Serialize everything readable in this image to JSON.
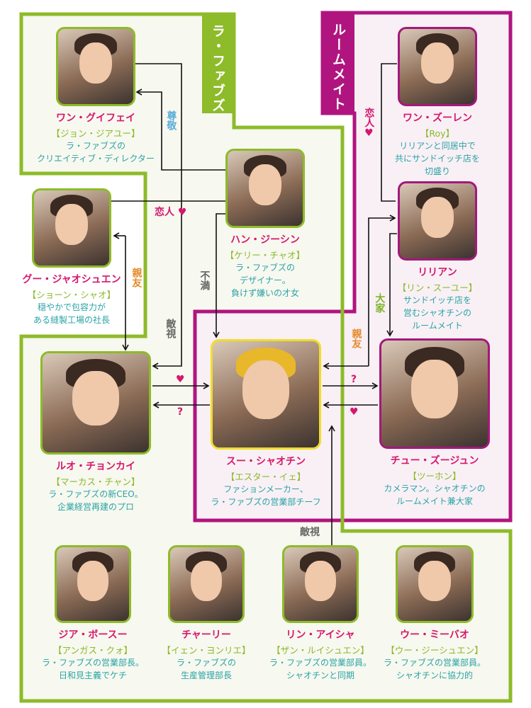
{
  "groups": {
    "la_fabs": {
      "label": "ラ・ファブズ",
      "color": "#8dbb2a"
    },
    "roommates": {
      "label": "ルームメイト",
      "color": "#b0157f"
    }
  },
  "characters": [
    {
      "name": "ワン・グイフェイ",
      "actor": "【ジョン・ジアユー】",
      "desc": [
        "ラ・ファブズの",
        "クリエイティブ・ディレクター"
      ]
    },
    {
      "name": "ハン・ジーシン",
      "actor": "【ケリー・チャオ】",
      "desc": [
        "ラ・ファブズの",
        "デザイナー。",
        "負けず嫌いの才女"
      ]
    },
    {
      "name": "グー・ジャオシュエン",
      "actor": "【ショーン・シャオ】",
      "desc": [
        "穏やかで包容力が",
        "ある縫製工場の社長"
      ]
    },
    {
      "name": "ワン・ズーレン",
      "actor": "【Roy】",
      "desc": [
        "リリアンと同居中で",
        "共にサンドイッチ店を",
        "切盛り"
      ]
    },
    {
      "name": "リリアン",
      "actor": "【リン・スーユー】",
      "desc": [
        "サンドイッチ店を",
        "営むシャオチンの",
        "ルームメイト"
      ]
    },
    {
      "name": "ルオ・チョンカイ",
      "actor": "【マーカス・チャン】",
      "desc": [
        "ラ・ファブズの新CEO。",
        "企業経営再建のプロ"
      ]
    },
    {
      "name": "スー・シャオチン",
      "actor": "【エスター・イェ】",
      "desc": [
        "ファションメーカー、",
        "ラ・ファブズの営業部チーフ"
      ]
    },
    {
      "name": "チュー・ズージュン",
      "actor": "【ツーホン】",
      "desc": [
        "カメラマン。シャオチンの",
        "ルームメイト兼大家"
      ]
    },
    {
      "name": "ジア・ボースー",
      "actor": "【アンガス・クォ】",
      "desc": [
        "ラ・ファブズの営業部長。",
        "日和見主義でケチ"
      ]
    },
    {
      "name": "チャーリー",
      "actor": "【イェン・ヨンリエ】",
      "desc": [
        "ラ・ファブズの",
        "生産管理部長"
      ]
    },
    {
      "name": "リン・アイシャ",
      "actor": "【ザン・ルイシュエン】",
      "desc": [
        "ラ・ファブズの営業部員。",
        "シャオチンと同期"
      ]
    },
    {
      "name": "ウー・ミーバオ",
      "actor": "【ウー・ジーシュエン】",
      "desc": [
        "ラ・ファブズの営業部員。",
        "シャオチンに協力的"
      ]
    }
  ],
  "relations": {
    "respect": "尊敬",
    "lovers_left": "恋人",
    "best_friends_left": "親友",
    "dissatisfied": "不満",
    "hostile_top": "敵視",
    "lovers_right": "恋人",
    "landlord": "大家",
    "best_friends_right": "親友",
    "question_left": "?",
    "question_right": "?",
    "hostile_bottom": "敵視",
    "heart": "♥"
  },
  "colors": {
    "name": "#d6176e",
    "actor": "#8db92a",
    "desc": "#2aa3a6"
  }
}
